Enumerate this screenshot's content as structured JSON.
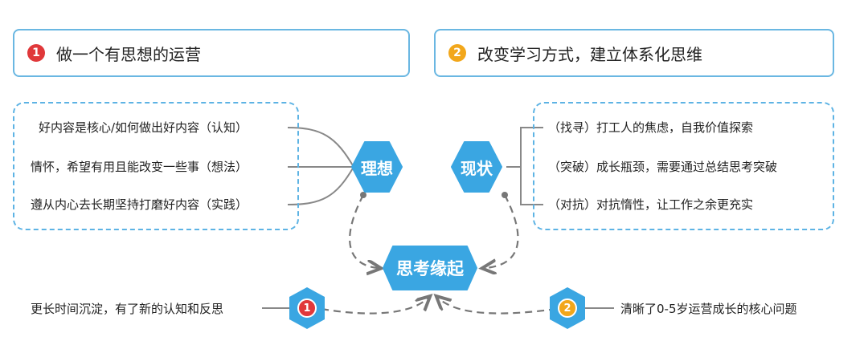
{
  "colors": {
    "accent_blue": "#3aa6e2",
    "box_border": "#6ab7e2",
    "badge_red": "#e0383a",
    "badge_orange": "#f2a71b",
    "connector_gray": "#777777"
  },
  "top_left": {
    "number": "1",
    "title": "做一个有思想的运营"
  },
  "top_right": {
    "number": "2",
    "title": "改变学习方式，建立体系化思维"
  },
  "left_node": {
    "label": "理想",
    "items": [
      "好内容是核心/如何做出好内容（认知）",
      "情怀，希望有用且能改变一些事（想法）",
      "遵从内心去长期坚持打磨好内容（实践）"
    ]
  },
  "right_node": {
    "label": "现状",
    "items": [
      "（找寻）打工人的焦虑，自我价值探索",
      "（突破）成长瓶颈，需要通过总结思考突破",
      "（对抗）对抗惰性，让工作之余更充实"
    ]
  },
  "center": {
    "label": "思考缘起"
  },
  "bottom_left": {
    "number": "1",
    "text": "更长时间沉淀，有了新的认知和反思"
  },
  "bottom_right": {
    "number": "2",
    "text": "清晰了0-5岁运营成长的核心问题"
  }
}
